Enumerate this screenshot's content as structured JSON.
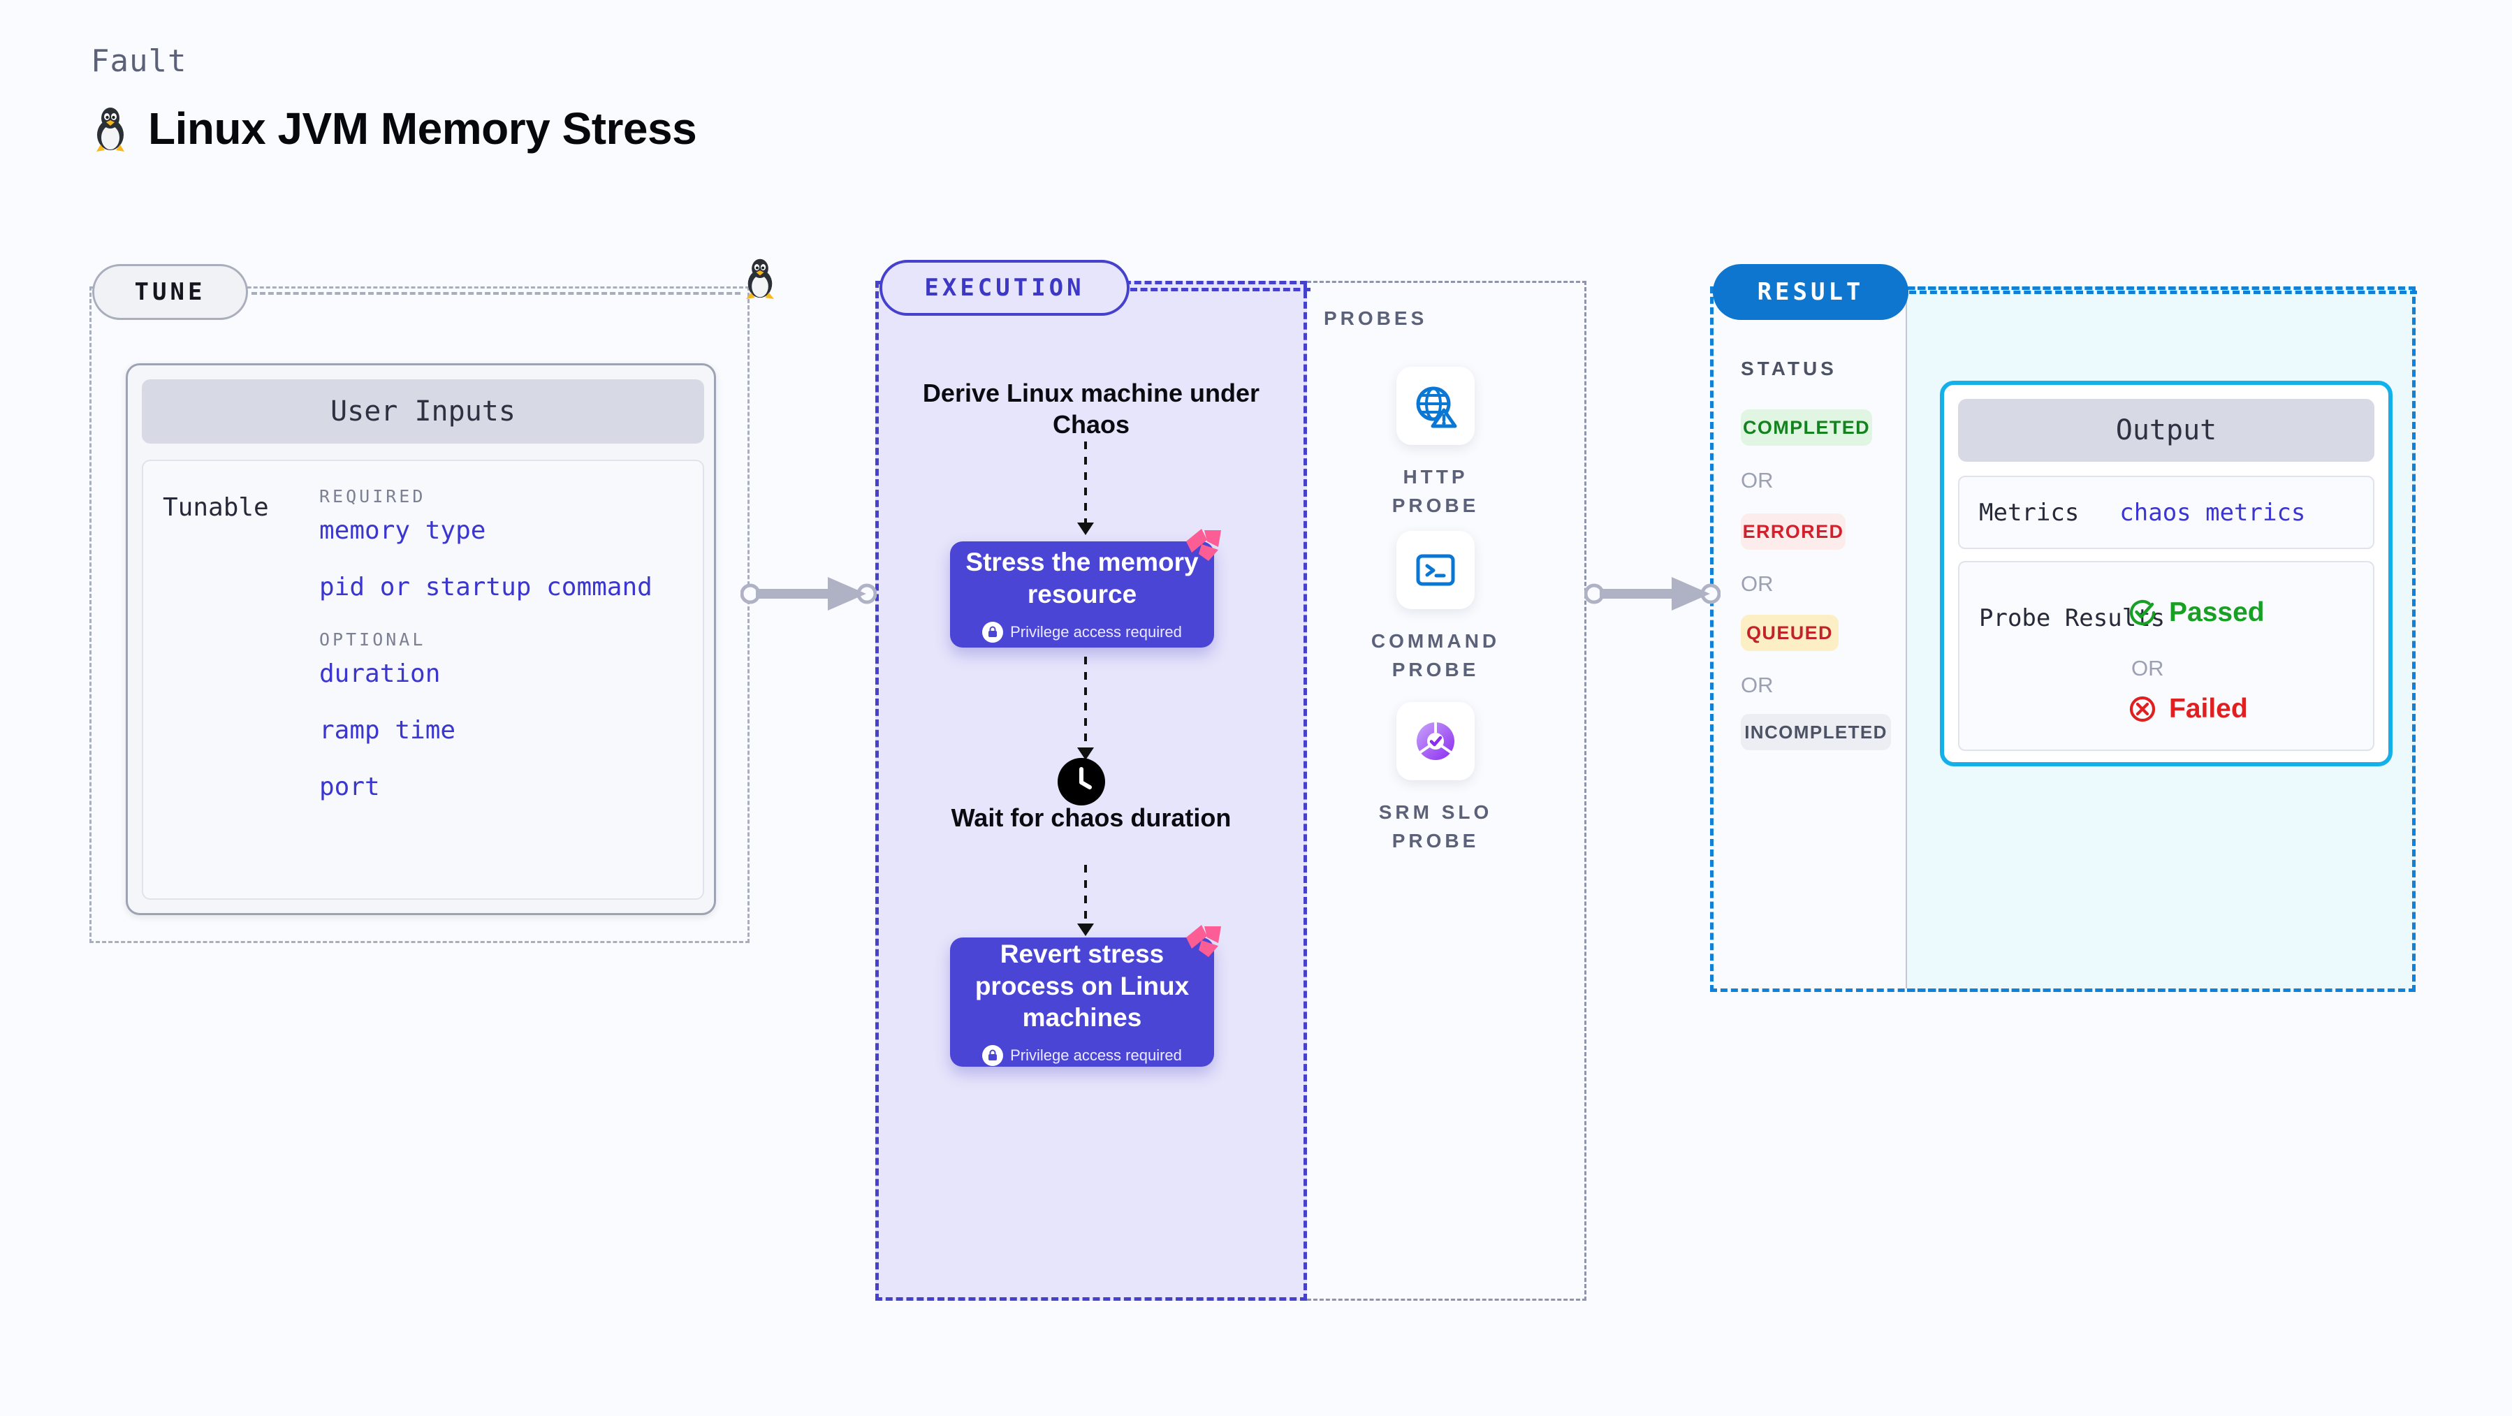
{
  "header": {
    "eyebrow": "Fault",
    "title": "Linux JVM Memory Stress",
    "icon": "tux-penguin-icon"
  },
  "tune": {
    "pill_label": "TUNE",
    "card_title": "User Inputs",
    "tunable_label": "Tunable",
    "groups": [
      {
        "label": "REQUIRED",
        "items": [
          "memory type",
          "pid or startup command"
        ]
      },
      {
        "label": "OPTIONAL",
        "items": [
          "duration",
          "ramp time",
          "port"
        ]
      }
    ]
  },
  "execution": {
    "pill_label": "EXECUTION",
    "steps": [
      {
        "type": "text",
        "label": "Derive Linux machine under Chaos"
      },
      {
        "type": "node",
        "label": "Stress the memory resource",
        "note": "Privilege access required",
        "badge": "harness-ribbon-icon"
      },
      {
        "type": "wait",
        "label": "Wait for chaos duration",
        "icon": "clock-icon"
      },
      {
        "type": "node",
        "label": "Revert stress process on Linux machines",
        "note": "Privilege access required",
        "badge": "harness-ribbon-icon"
      }
    ]
  },
  "probes": {
    "title": "PROBES",
    "items": [
      {
        "label": "HTTP PROBE",
        "icon": "globe-warning-icon"
      },
      {
        "label": "COMMAND PROBE",
        "icon": "terminal-icon"
      },
      {
        "label": "SRM SLO PROBE",
        "icon": "slo-donut-check-icon"
      }
    ]
  },
  "result": {
    "pill_label": "RESULT",
    "status_title": "STATUS",
    "or_label": "OR",
    "statuses": [
      {
        "label": "COMPLETED",
        "bg": "#e0f6e2",
        "fg": "#13821f"
      },
      {
        "label": "ERRORED",
        "bg": "#fdecec",
        "fg": "#d2202c"
      },
      {
        "label": "QUEUED",
        "bg": "#fcefc6",
        "fg": "#c2232b"
      },
      {
        "label": "INCOMPLETED",
        "bg": "#eceef4",
        "fg": "#4c5164"
      }
    ],
    "output": {
      "title": "Output",
      "metrics_key": "Metrics",
      "metrics_value": "chaos metrics",
      "probe_key": "Probe Results",
      "passed_label": "Passed",
      "failed_label": "Failed",
      "or_label": "OR"
    }
  },
  "colors": {
    "page_bg": "#fafbfe",
    "execution_accent": "#4641cd",
    "execution_fill": "#e6e5fb",
    "result_accent": "#1081d9",
    "result_fill": "#ecfafe",
    "node_fill": "#4b45d6",
    "input_link": "#3b36cf",
    "ribbon": "#fb5d94"
  }
}
